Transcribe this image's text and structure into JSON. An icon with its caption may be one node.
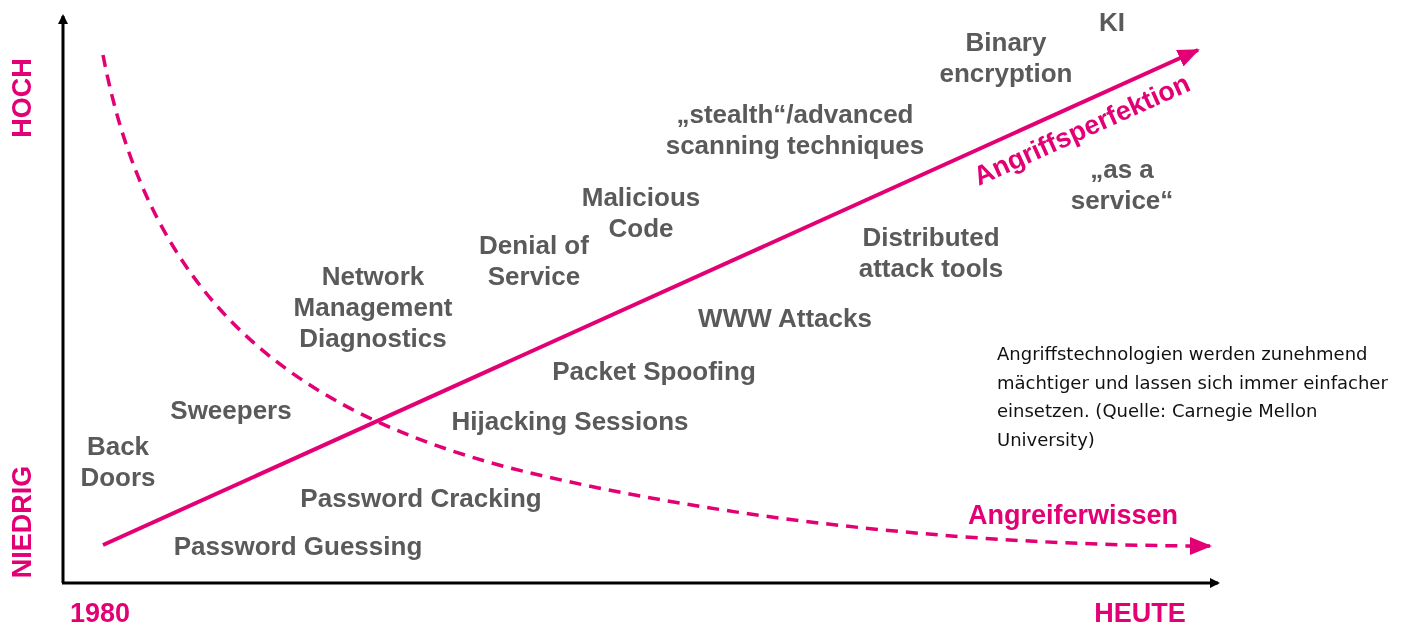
{
  "diagram": {
    "labels": [
      "HOCH",
      "KI",
      "Binary encryption",
      "„stealth“/advanced scanning techniques",
      "Angriffsperfektion",
      "„as a service“",
      "Malicious Code",
      "Distributed attack tools",
      "Denial of Service",
      "Network Management Diagnostics",
      "WWW Attacks",
      "Angriffstechnologien werden zunehmend mächtiger und lassen sich immer einfacher einsetzen. (Quelle: Carnegie Mellon University)",
      "Packet Spoofing",
      "Sweepers",
      "Hijacking Sessions",
      "Back Doors",
      "NIEDRIG",
      "Password Cracking",
      "Angreiferwissen",
      "Password Guessing",
      "1980",
      "HEUTE"
    ]
  }
}
